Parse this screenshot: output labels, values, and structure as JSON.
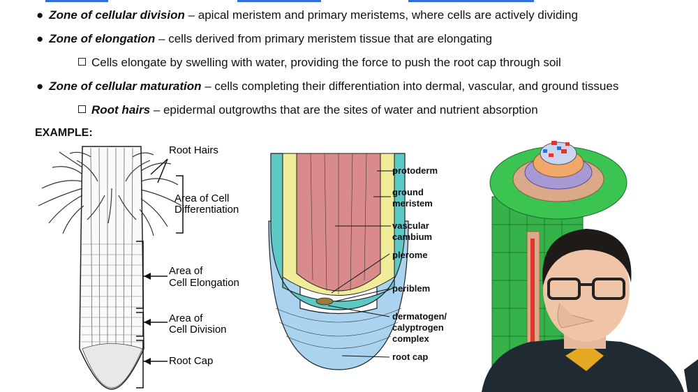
{
  "bullets": {
    "division": {
      "term": "Zone of cellular division",
      "desc": " – apical meristem and primary meristems, where cells are actively dividing"
    },
    "elongation": {
      "term": "Zone of elongation",
      "desc": " – cells derived from primary meristem tissue that are elongating"
    },
    "elongation_sub": {
      "text": "Cells elongate by swelling with water, providing the force to push the root cap through soil"
    },
    "maturation": {
      "term": "Zone of cellular maturation",
      "desc": " – cells completing their differentiation into dermal, vascular, and ground tissues"
    },
    "maturation_sub": {
      "term": "Root hairs",
      "desc": " – epidermal outgrowths that are the sites of water and nutrient absorption"
    }
  },
  "example_label": "EXAMPLE:",
  "diagram1": {
    "root_hairs": "Root Hairs",
    "diff_1": "Area of Cell",
    "diff_2": "Differentiation",
    "elong_1": "Area of",
    "elong_2": "Cell Elongation",
    "div_1": "Area of",
    "div_2": "Cell Division",
    "cap": "Root Cap"
  },
  "diagram2": {
    "protoderm": "protoderm",
    "ground_1": "ground",
    "ground_2": "meristem",
    "vasc_1": "vascular",
    "vasc_2": "cambium",
    "plerome": "plerome",
    "periblem": "periblem",
    "derm_1": "dermatogen/",
    "derm_2": "calyptrogen",
    "derm_3": "complex",
    "rootcap": "root cap"
  },
  "colors": {
    "accent_line": "#2f6fd6",
    "protoderm": "#5ec8c4",
    "ground_meristem": "#f0ec9a",
    "vascular": "#d98b8b",
    "root_cap": "#a9d3ee",
    "root_3d_green": "#35b24a"
  }
}
